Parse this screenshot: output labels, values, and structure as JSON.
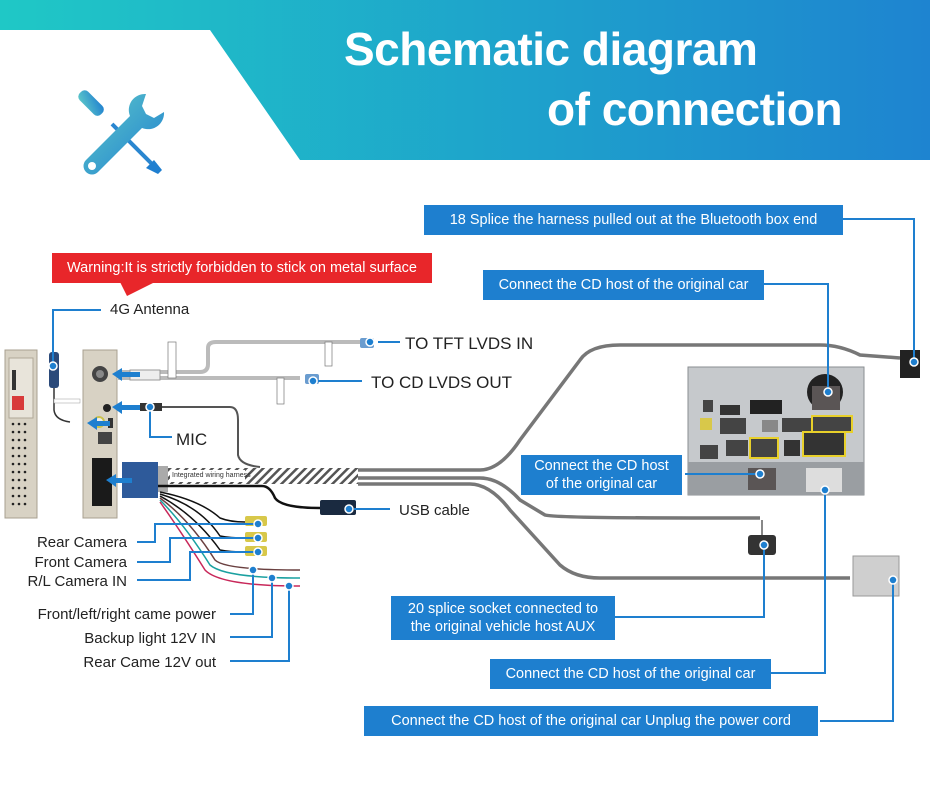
{
  "header": {
    "title_line1": "Schematic diagram",
    "title_line2": "of connection",
    "icon": "wrench-screwdriver-icon",
    "gradient_start": "#1fc6c8",
    "gradient_end": "#1e86d0"
  },
  "warning": {
    "text": "Warning:It is strictly forbidden to stick on metal surface",
    "color": "#e8262a"
  },
  "callouts": {
    "bluetooth_splice": "18 Splice the harness pulled out at the Bluetooth box end",
    "cd_host_top": "Connect the CD host of the original car",
    "cd_host_mid_line1": "Connect the CD host",
    "cd_host_mid_line2": "of the original car",
    "aux_line1": "20 splice socket connected to",
    "aux_line2": "the original vehicle host AUX",
    "cd_host_bottom": "Connect the CD host of the original car",
    "power_cord": "Connect the CD host of the original car Unplug the power cord",
    "box_color": "#1e7fcf"
  },
  "labels": {
    "antenna": "4G Antenna",
    "tft_lvds": "TO TFT LVDS IN",
    "cd_lvds": "TO CD LVDS OUT",
    "mic": "MIC",
    "usb": "USB cable",
    "harness": "Integrated wiring harness",
    "rear_camera": "Rear Camera",
    "front_camera": "Front Camera",
    "rl_camera": "R/L Camera IN",
    "camera_power": "Front/left/right came power",
    "backup_light": "Backup light 12V IN",
    "rear_came_out": "Rear Came 12V out"
  }
}
